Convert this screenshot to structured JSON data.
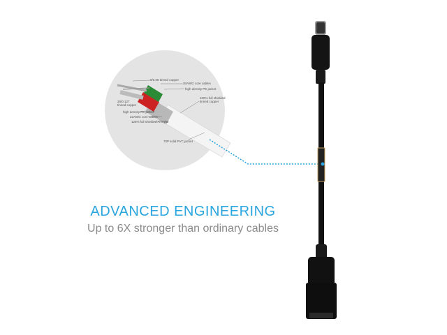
{
  "headline": "ADVANCED ENGINEERING",
  "subheadline": "Up to 6X stronger than ordinary cables",
  "callout_labels": {
    "bare_copper": "8/0.08 tinned copper",
    "core_cables_top": "30AWG core cables",
    "pe_jacket_top": "high density PE jacket",
    "tinned_copper_left": "26/0.127 tinned copper",
    "shield": "100% full shielded tinned copper",
    "pe_jacket_left": "high density PE jacket",
    "core_cables_left": "22AWG core cables",
    "mylar": "125% full shielded Al mylar",
    "pvc_jacket": "70P solid PVC jacket"
  },
  "colors": {
    "accent": "#2aa5de",
    "subtext": "#8a8a8a"
  }
}
